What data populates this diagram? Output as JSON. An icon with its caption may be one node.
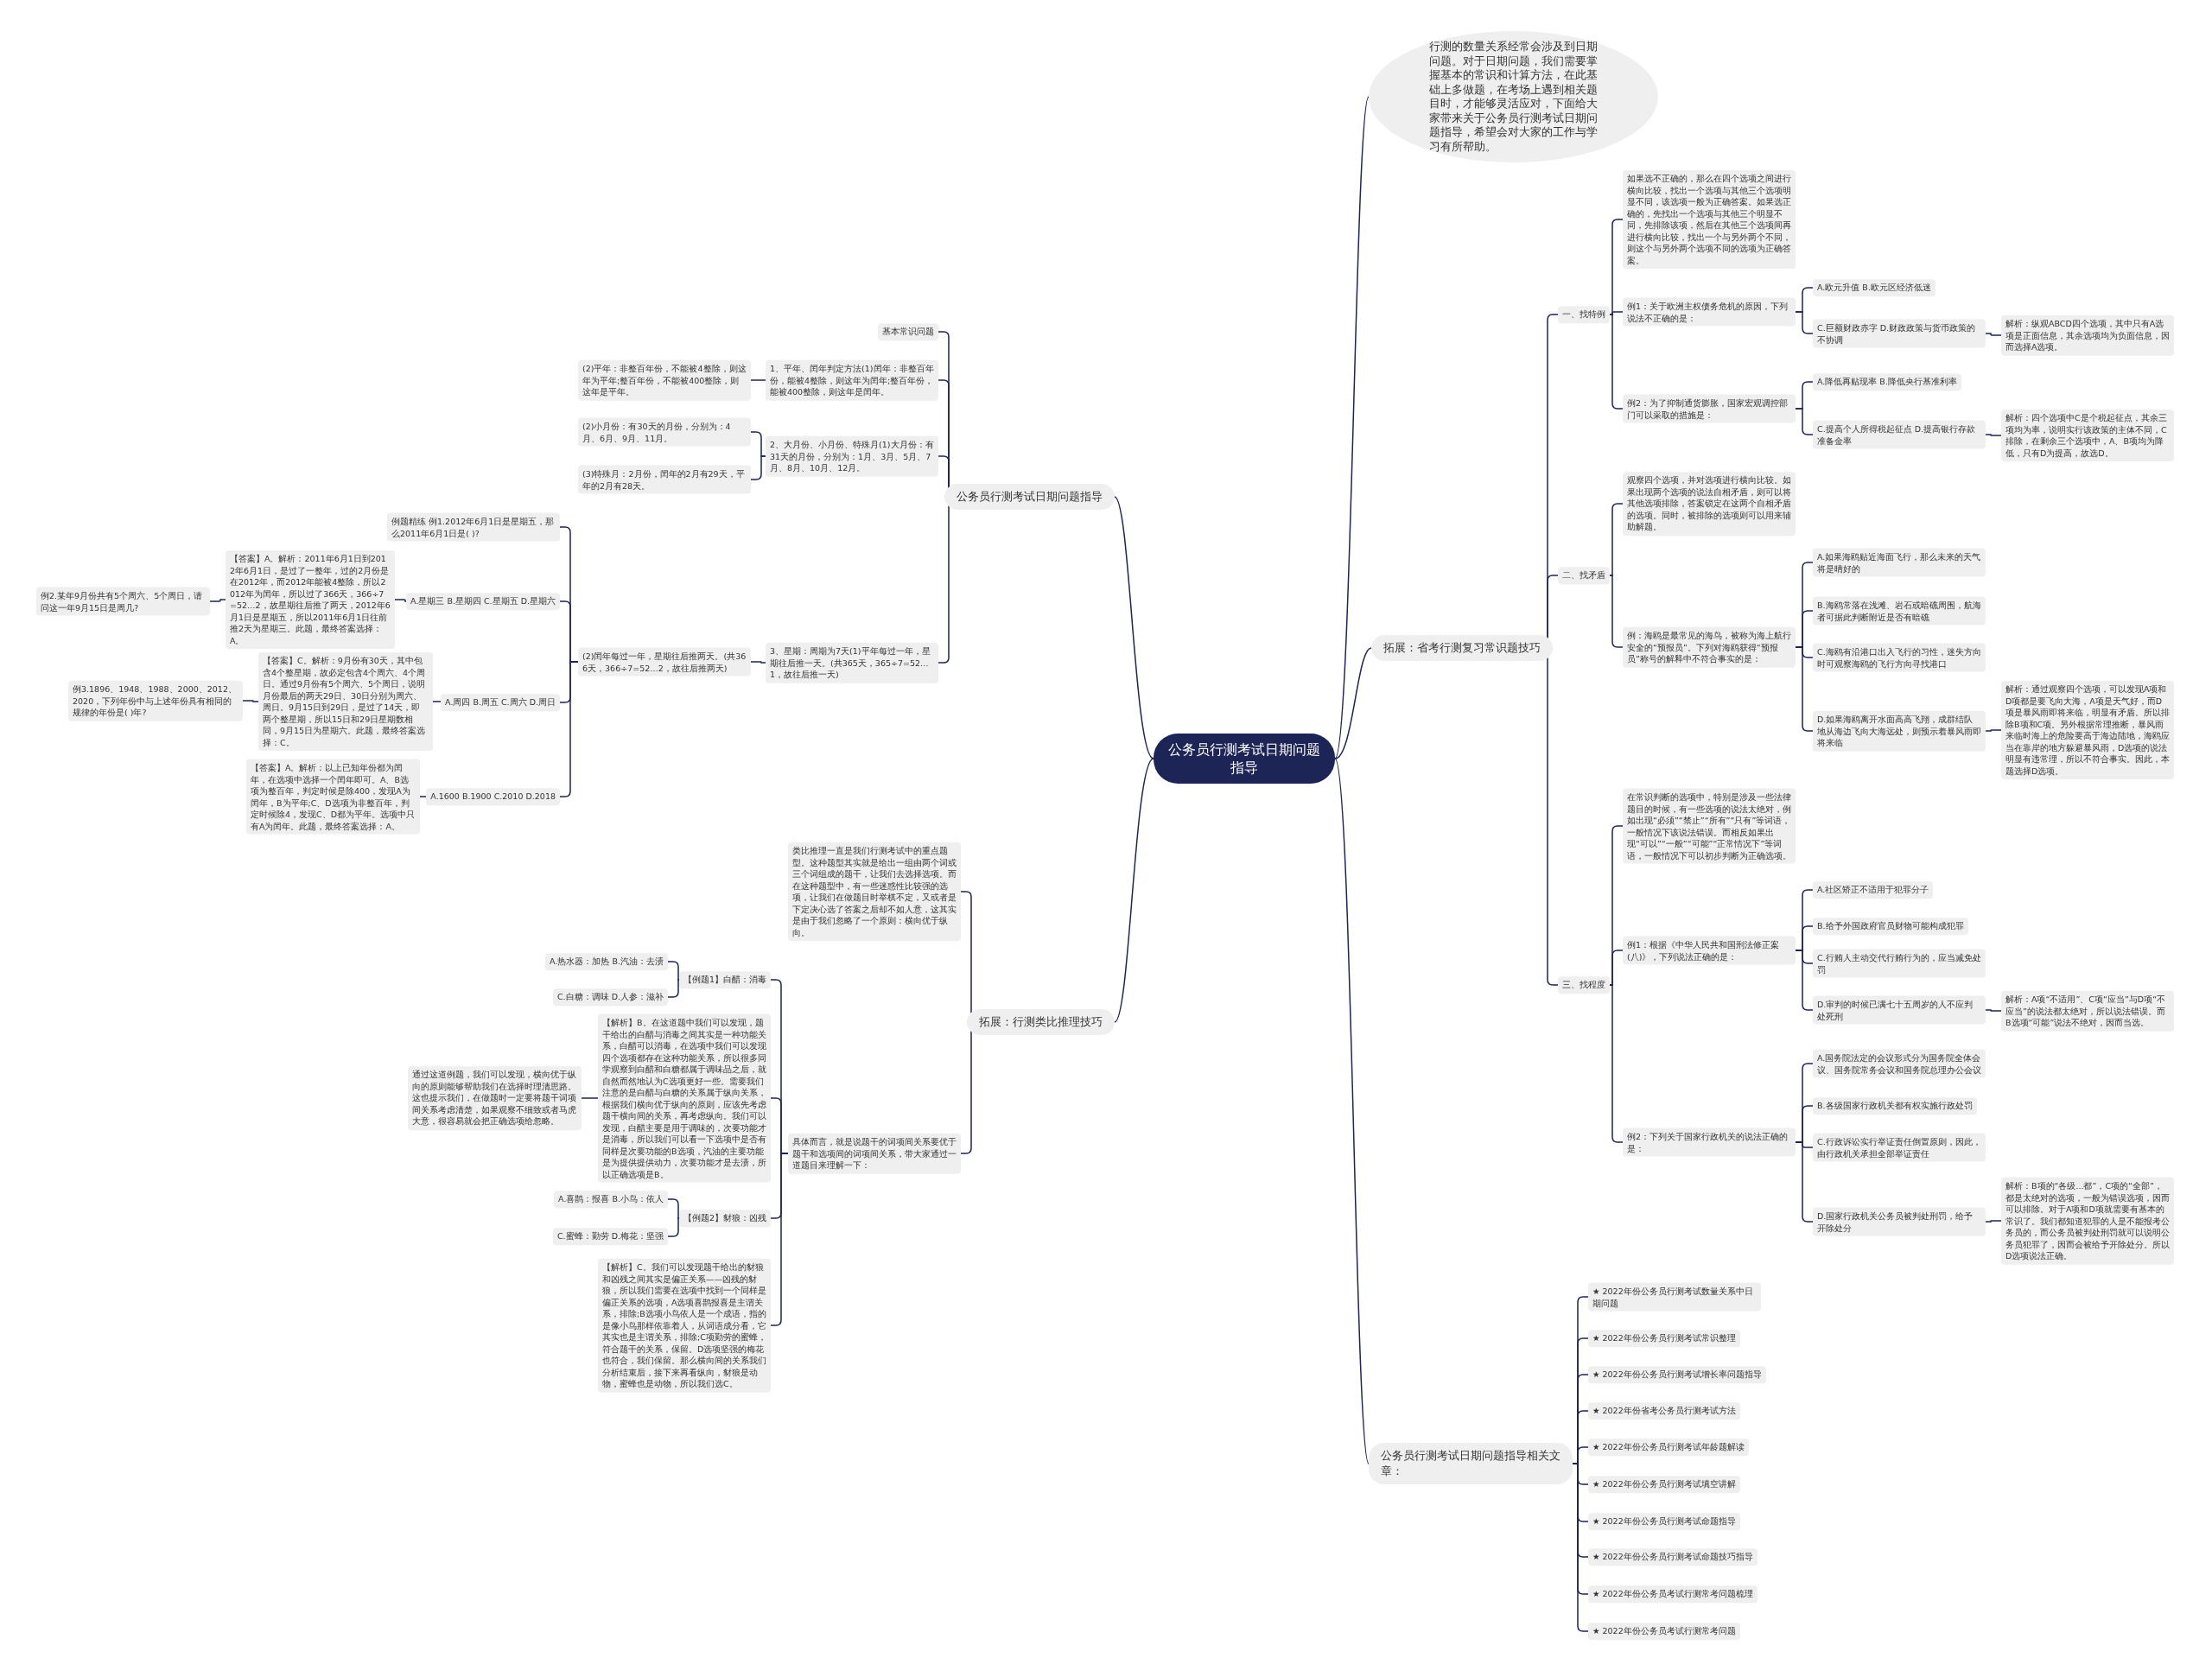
{
  "diagram": {
    "nodes": [
      {
        "text": [
          "公务员行测考试日期问题指导"
        ]
      },
      {
        "text": [
          "行测的数量关系经常会涉及到日期问题。对于日期问题，我们需要掌握基本的常识和计算方法，在此基础上多做题，在考场上遇到相关题目时，才能够灵活应对，下面给大家带来关于公务员行测考试日期问题指导，希望会对大家的工作与学习有所帮助。"
        ]
      },
      {
        "text": [
          "拓展：省考行测复习常识题技巧"
        ]
      },
      {
        "text": [
          "一、找特例"
        ]
      },
      {
        "text": [
          "如果选不正确的，那么在四个选项之间进行横向比较，找出一个选项与其他三个选项明显不同，该选项一般为正确答案。如果选正确的，先找出一个选项与其他三个明显不同，先排除该项，然后在其他三个选项间再进行横向比较，找出一个与另外两个不同，则这个与另外两个选项不同的选项为正确答案。"
        ]
      },
      {
        "text": [
          "例1：关于欧洲主权债务危机的原因，下列说法不正确的是："
        ]
      },
      {
        "text": [
          "A.欧元升值 B.欧元区经济低迷"
        ]
      },
      {
        "text": [
          "C.巨额财政赤字 D.财政政策与货币政策的不协调"
        ]
      },
      {
        "text": [
          "解析：纵观ABCD四个选项，其中只有A选项是正面信息，其余选项均为负面信息，因而选择A选项。"
        ]
      },
      {
        "text": [
          "例2：为了抑制通货膨胀，国家宏观调控部门可以采取的措施是："
        ]
      },
      {
        "text": [
          "A.降低再贴现率 B.降低央行基准利率"
        ]
      },
      {
        "text": [
          "C.提高个人所得税起征点 D.提高银行存款准备金率"
        ]
      },
      {
        "text": [
          "解析：四个选项中C是个税起征点，其余三项均为率，说明实行该政策的主体不同，C排除，在剩余三个选项中，A、B项均为降低，只有D为提高，故选D。"
        ]
      },
      {
        "text": [
          "二、找矛盾"
        ]
      },
      {
        "text": [
          "观察四个选项，并对选项进行横向比较。如果出现两个选项的说法自相矛盾，则可以将其他选项排除，答案锁定在这两个自相矛盾的选项。同时，被排除的选项则可以用来辅助解题。"
        ]
      },
      {
        "text": [
          "例：海鸥是最常见的海鸟，被称为海上航行安全的“预报员”。下列对海鸥获得“预报员”称号的解释中不符合事实的是："
        ]
      },
      {
        "text": [
          "A.如果海鸥贴近海面飞行，那么未来的天气将是晴好的"
        ]
      },
      {
        "text": [
          "B.海鸥常落在浅滩、岩石或暗礁周围，航海者可据此判断附近是否有暗礁"
        ]
      },
      {
        "text": [
          "C.海鸥有沿港口出入飞行的习性，迷失方向时可观察海鸥的飞行方向寻找港口"
        ]
      },
      {
        "text": [
          "D.如果海鸥离开水面高高飞翔，成群结队地从海边飞向大海远处，则预示着暴风雨即将来临"
        ]
      },
      {
        "text": [
          "解析：通过观察四个选项，可以发现A项和D项都是要飞向大海，A项是天气好，而D项是暴风雨即将来临，明显有矛盾。所以排除B项和C项。另外根据常理推断，暴风雨来临时海上的危险要高于海边陆地，海鸥应当在靠岸的地方躲避暴风雨，D选项的说法明显有违常理，所以不符合事实。因此，本题选择D选项。"
        ]
      },
      {
        "text": [
          "三、找程度"
        ]
      },
      {
        "text": [
          "在常识判断的选项中，特别是涉及一些法律题目的时候，有一些选项的说法太绝对，例如出现“必须”“禁止”“所有”“只有”等词语，一般情况下该说法错误。而相反如果出现“可以”“一般”“可能”“正常情况下”等词语，一般情况下可以初步判断为正确选项。"
        ]
      },
      {
        "text": [
          "例1：根据《中华人民共和国刑法修正案(八)》，下列说法正确的是："
        ]
      },
      {
        "text": [
          "A.社区矫正不适用于犯罪分子"
        ]
      },
      {
        "text": [
          "B.给予外国政府官员财物可能构成犯罪"
        ]
      },
      {
        "text": [
          "C.行贿人主动交代行贿行为的，应当减免处罚"
        ]
      },
      {
        "text": [
          "D.审判的时候已满七十五周岁的人不应判处死刑"
        ]
      },
      {
        "text": [
          "解析：A项“不适用”、C项“应当”与D项“不应当”的说法都太绝对，所以说法错误。而B选项“可能”说法不绝对，因而当选。"
        ]
      },
      {
        "text": [
          "例2：下列关于国家行政机关的说法正确的是："
        ]
      },
      {
        "text": [
          "A.国务院法定的会议形式分为国务院全体会议、国务院常务会议和国务院总理办公会议"
        ]
      },
      {
        "text": [
          "B.各级国家行政机关都有权实施行政处罚"
        ]
      },
      {
        "text": [
          "C.行政诉讼实行举证责任倒置原则，因此，由行政机关承担全部举证责任"
        ]
      },
      {
        "text": [
          "D.国家行政机关公务员被判处刑罚，给予开除处分"
        ]
      },
      {
        "text": [
          "解析：B项的“各级...都”，C项的“全部”，都是太绝对的选项，一般为错误选项，因而可以排除。对于A项和D项就需要有基本的常识了。我们都知道犯罪的人是不能报考公务员的，而公务员被判处刑罚就可以说明公务员犯罪了，因而会被给予开除处分。所以D选项说法正确。"
        ]
      },
      {
        "text": [
          "公务员行测考试日期问题指导相关文章："
        ]
      },
      {
        "text": [
          "★ 2022年份公务员行测考试数量关系中日期问题"
        ]
      },
      {
        "text": [
          "★ 2022年份公务员行测考试常识整理"
        ]
      },
      {
        "text": [
          "★ 2022年份公务员行测考试增长率问题指导"
        ]
      },
      {
        "text": [
          "★ 2022年份省考公务员行测考试方法"
        ]
      },
      {
        "text": [
          "★ 2022年份公务员行测考试年龄题解读"
        ]
      },
      {
        "text": [
          "★ 2022年份公务员行测考试填空讲解"
        ]
      },
      {
        "text": [
          "★ 2022年份公务员行测考试命题指导"
        ]
      },
      {
        "text": [
          "★ 2022年份公务员行测考试命题技巧指导"
        ]
      },
      {
        "text": [
          "★ 2022年份公务员考试行测常考问题梳理"
        ]
      },
      {
        "text": [
          "★ 2022年份公务员考试行测常考问题"
        ]
      },
      {
        "text": [
          "公务员行测考试日期问题指导"
        ]
      },
      {
        "text": [
          "基本常识问题"
        ]
      },
      {
        "text": [
          "1、平年、闰年判定方法(1)闰年：非整百年份，能被4整除，则这年为闰年;整百年份，能被400整除，则这年是闰年。"
        ]
      },
      {
        "text": [
          "(2)平年：非整百年份，不能被4整除，则这年为平年;整百年份，不能被400整除，则这年是平年。"
        ]
      },
      {
        "text": [
          "2、大月份、小月份、特殊月(1)大月份：有31天的月份，分别为：1月、3月、5月、7月、8月、10月、12月。"
        ]
      },
      {
        "text": [
          "(2)小月份：有30天的月份，分别为：4月、6月、9月、11月。"
        ]
      },
      {
        "text": [
          "(3)特殊月：2月份，闰年的2月有29天，平年的2月有28天。"
        ]
      },
      {
        "text": [
          "3、星期：周期为7天(1)平年每过一年，星期往后推一天。(共365天，365÷7=52…1，故往后推一天)"
        ]
      },
      {
        "text": [
          "(2)闰年每过一年，星期往后推两天。(共366天，366÷7=52…2，故往后推两天)"
        ]
      },
      {
        "text": [
          "例题精练 例1.2012年6月1日是星期五，那么2011年6月1日是( )?"
        ]
      },
      {
        "text": [
          "A.星期三 B.星期四 C.星期五 D.星期六"
        ]
      },
      {
        "text": [
          "【答案】A。解析：2011年6月1日到2012年6月1日，是过了一整年，过的2月份是在2012年，而2012年能被4整除，所以2012年为闰年，所以过了366天，366÷7=52…2，故星期往后推了两天，2012年6月1日是星期五，所以2011年6月1日往前推2天为星期三。此题，最终答案选择：A。"
        ]
      },
      {
        "text": [
          "例2.某年9月份共有5个周六、5个周日，请问这一年9月15日是周几?"
        ]
      },
      {
        "text": [
          "A.周四 B.周五 C.周六 D.周日"
        ]
      },
      {
        "text": [
          "【答案】C。解析：9月份有30天，其中包含4个整星期，故必定包含4个周六、4个周日。通过9月份有5个周六、5个周日，说明月份最后的两天29日、30日分别为周六、周日。9月15日到29日，是过了14天，即两个整星期，所以15日和29日星期数相同，9月15日为星期六。此题，最终答案选择：C。"
        ]
      },
      {
        "text": [
          "例3.1896、1948、1988、2000、2012、2020，下列年份中与上述年份具有相同的规律的年份是( )年?"
        ]
      },
      {
        "text": [
          "A.1600 B.1900 C.2010 D.2018"
        ]
      },
      {
        "text": [
          "【答案】A。解析：以上已知年份都为闰年，在选项中选择一个闰年即可。A、B选项为整百年，判定时候是除400，发现A为闰年，B为平年;C、D选项为非整百年，判定时候除4，发现C、D都为平年。选项中只有A为闰年。此题，最终答案选择：A。"
        ]
      },
      {
        "text": [
          "拓展：行测类比推理技巧"
        ]
      },
      {
        "text": [
          "类比推理一直是我们行测考试中的重点题型。这种题型其实就是给出一组由两个词或三个词组成的题干，让我们去选择选项。而在这种题型中，有一些迷惑性比较强的选项，让我们在做题目时举棋不定，又或者是下定决心选了答案之后却不如人意，这其实是由于我们忽略了一个原则：横向优于纵向。"
        ]
      },
      {
        "text": [
          "具体而言，就是说题干的词项间关系要优于题干和选项间的词项间关系，带大家通过一道题目来理解一下："
        ]
      },
      {
        "text": [
          "【例题1】白醋：消毒"
        ]
      },
      {
        "text": [
          "A.热水器：加热 B.汽油：去渍"
        ]
      },
      {
        "text": [
          "C.白糖：调味 D.人参：滋补"
        ]
      },
      {
        "text": [
          "【解析】B。在这道题中我们可以发现，题干给出的白醋与消毒之间其实是一种功能关系，白醋可以消毒，在选项中我们可以发现四个选项都存在这种功能关系，所以很多同学观察到白醋和白糖都属于调味品之后，就自然而然地认为C选项更好一些。需要我们注意的是白醋与白糖的关系属于纵向关系，根据我们横向优于纵向的原则，应该先考虑题干横向间的关系，再考虑纵向。我们可以发现，白醋主要是用于调味的，次要功能才是消毒，所以我们可以看一下选项中是否有同样是次要功能的B选项，汽油的主要功能是为提供提供动力，次要功能才是去渍，所以正确选项是B。"
        ]
      },
      {
        "text": [
          "通过这道例题，我们可以发现，横向优于纵向的原则能够帮助我们在选择时理清思路。这也提示我们，在做题时一定要将题干词项间关系考虑清楚，如果观察不细致或者马虎大意，很容易就会把正确选项给忽略。"
        ]
      },
      {
        "text": [
          "【例题2】豺狼：凶残"
        ]
      },
      {
        "text": [
          "A.喜鹊：报喜 B.小鸟：依人"
        ]
      },
      {
        "text": [
          "C.蜜蜂：勤劳 D.梅花：坚强"
        ]
      },
      {
        "text": [
          "【解析】C。我们可以发现题干给出的豺狼和凶残之间其实是偏正关系——凶残的豺狼，所以我们需要在选项中找到一个同样是偏正关系的选项，A选项喜鹊报喜是主谓关系，排除;B选项小鸟依人是一个成语，指的是像小鸟那样依靠着人，从词语成分看，它其实也是主谓关系，排除;C项勤劳的蜜蜂，符合题干的关系，保留。D选项坚强的梅花也符合，我们保留。那么横向间的关系我们分析结束后，接下来再看纵向，豺狼是动物，蜜蜂也是动物，所以我们选C。"
        ]
      }
    ],
    "edges": [
      {
        "from": 0,
        "to": 1,
        "arrow": "none"
      },
      {
        "from": 0,
        "to": 2,
        "arrow": "none"
      },
      {
        "from": 2,
        "to": 3,
        "arrow": "none"
      },
      {
        "from": 3,
        "to": 4,
        "arrow": "none"
      },
      {
        "from": 3,
        "to": 5,
        "arrow": "none"
      },
      {
        "from": 5,
        "to": 6,
        "arrow": "none"
      },
      {
        "from": 5,
        "to": 7,
        "arrow": "none"
      },
      {
        "from": 7,
        "to": 8,
        "arrow": "none"
      },
      {
        "from": 3,
        "to": 9,
        "arrow": "none"
      },
      {
        "from": 9,
        "to": 10,
        "arrow": "none"
      },
      {
        "from": 9,
        "to": 11,
        "arrow": "none"
      },
      {
        "from": 11,
        "to": 12,
        "arrow": "none"
      },
      {
        "from": 2,
        "to": 13,
        "arrow": "none"
      },
      {
        "from": 13,
        "to": 14,
        "arrow": "none"
      },
      {
        "from": 13,
        "to": 15,
        "arrow": "none"
      },
      {
        "from": 15,
        "to": 16,
        "arrow": "none"
      },
      {
        "from": 15,
        "to": 17,
        "arrow": "none"
      },
      {
        "from": 15,
        "to": 18,
        "arrow": "none"
      },
      {
        "from": 15,
        "to": 19,
        "arrow": "none"
      },
      {
        "from": 19,
        "to": 20,
        "arrow": "none"
      },
      {
        "from": 2,
        "to": 21,
        "arrow": "none"
      },
      {
        "from": 21,
        "to": 22,
        "arrow": "none"
      },
      {
        "from": 21,
        "to": 23,
        "arrow": "none"
      },
      {
        "from": 23,
        "to": 24,
        "arrow": "none"
      },
      {
        "from": 23,
        "to": 25,
        "arrow": "none"
      },
      {
        "from": 23,
        "to": 26,
        "arrow": "none"
      },
      {
        "from": 23,
        "to": 27,
        "arrow": "none"
      },
      {
        "from": 27,
        "to": 28,
        "arrow": "none"
      },
      {
        "from": 21,
        "to": 29,
        "arrow": "none"
      },
      {
        "from": 29,
        "to": 30,
        "arrow": "none"
      },
      {
        "from": 29,
        "to": 31,
        "arrow": "none"
      },
      {
        "from": 29,
        "to": 32,
        "arrow": "none"
      },
      {
        "from": 29,
        "to": 33,
        "arrow": "none"
      },
      {
        "from": 33,
        "to": 34,
        "arrow": "none"
      },
      {
        "from": 0,
        "to": 35,
        "arrow": "none"
      },
      {
        "from": 35,
        "to": 36,
        "arrow": "none"
      },
      {
        "from": 35,
        "to": 37,
        "arrow": "none"
      },
      {
        "from": 35,
        "to": 38,
        "arrow": "none"
      },
      {
        "from": 35,
        "to": 39,
        "arrow": "none"
      },
      {
        "from": 35,
        "to": 40,
        "arrow": "none"
      },
      {
        "from": 35,
        "to": 41,
        "arrow": "none"
      },
      {
        "from": 35,
        "to": 42,
        "arrow": "none"
      },
      {
        "from": 35,
        "to": 43,
        "arrow": "none"
      },
      {
        "from": 35,
        "to": 44,
        "arrow": "none"
      },
      {
        "from": 35,
        "to": 45,
        "arrow": "none"
      },
      {
        "from": 0,
        "to": 46,
        "arrow": "none"
      },
      {
        "from": 46,
        "to": 47,
        "arrow": "none"
      },
      {
        "from": 46,
        "to": 48,
        "arrow": "none"
      },
      {
        "from": 48,
        "to": 49,
        "arrow": "none"
      },
      {
        "from": 46,
        "to": 50,
        "arrow": "none"
      },
      {
        "from": 50,
        "to": 51,
        "arrow": "none"
      },
      {
        "from": 50,
        "to": 52,
        "arrow": "none"
      },
      {
        "from": 46,
        "to": 53,
        "arrow": "none"
      },
      {
        "from": 53,
        "to": 54,
        "arrow": "none"
      },
      {
        "from": 54,
        "to": 55,
        "arrow": "none"
      },
      {
        "from": 54,
        "to": 56,
        "arrow": "none"
      },
      {
        "from": 56,
        "to": 57,
        "arrow": "none"
      },
      {
        "from": 57,
        "to": 58,
        "arrow": "none"
      },
      {
        "from": 54,
        "to": 59,
        "arrow": "none"
      },
      {
        "from": 59,
        "to": 60,
        "arrow": "none"
      },
      {
        "from": 60,
        "to": 61,
        "arrow": "none"
      },
      {
        "from": 54,
        "to": 62,
        "arrow": "none"
      },
      {
        "from": 62,
        "to": 63,
        "arrow": "none"
      },
      {
        "from": 0,
        "to": 64,
        "arrow": "none"
      },
      {
        "from": 64,
        "to": 65,
        "arrow": "none"
      },
      {
        "from": 64,
        "to": 66,
        "arrow": "none"
      },
      {
        "from": 66,
        "to": 67,
        "arrow": "none"
      },
      {
        "from": 67,
        "to": 68,
        "arrow": "none"
      },
      {
        "from": 67,
        "to": 69,
        "arrow": "none"
      },
      {
        "from": 66,
        "to": 70,
        "arrow": "none"
      },
      {
        "from": 70,
        "to": 71,
        "arrow": "none"
      },
      {
        "from": 66,
        "to": 72,
        "arrow": "none"
      },
      {
        "from": 72,
        "to": 73,
        "arrow": "none"
      },
      {
        "from": 72,
        "to": 74,
        "arrow": "none"
      },
      {
        "from": 66,
        "to": 75,
        "arrow": "none"
      }
    ]
  }
}
